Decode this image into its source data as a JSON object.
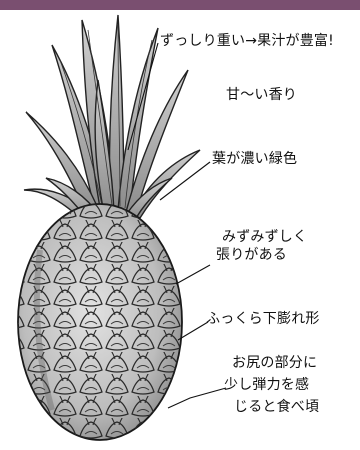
{
  "annotations": {
    "heavy": "ずっしり重い→果汁が豊富!",
    "sweet_smell": "甘〜い香り",
    "dark_leaves": "葉が濃い緑色",
    "fresh_lines": [
      "みずみずしく",
      "張りがある"
    ],
    "plump_shape": "ふっくら下膨れ形",
    "bottom_lines": [
      "お尻の部分に",
      "少し弾力を感",
      "じると食べ頃"
    ]
  },
  "colors": {
    "header_strip": "#7a4f70",
    "ink": "#111111",
    "leaf_fill": "#b9b9b9",
    "leaf_dark": "#8a8a8a",
    "body_fill": "#c9c9c9"
  }
}
